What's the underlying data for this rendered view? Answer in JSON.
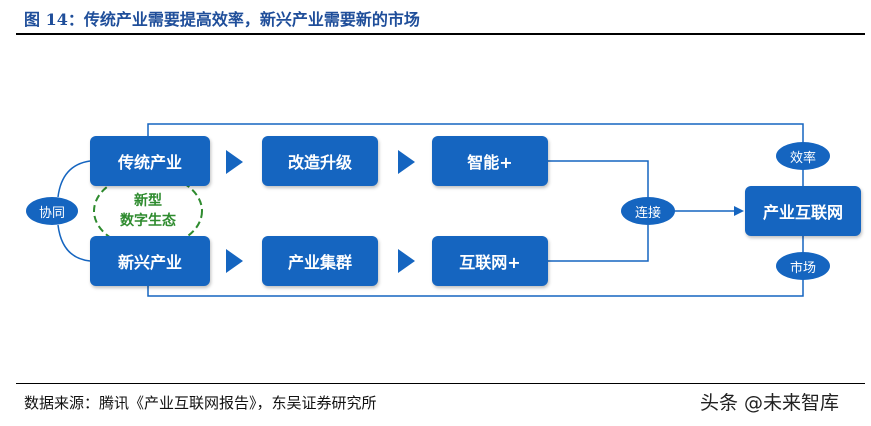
{
  "title": "图 14：传统产业需要提高效率，新兴产业需要新的市场",
  "source": "数据来源：腾讯《产业互联网报告》，东吴证券研究所",
  "watermark": "头条 @未来智库",
  "colors": {
    "box": "#1565c0",
    "line": "#1565c0",
    "eco": "#2e8b2e"
  },
  "nodes": {
    "traditional": "传统产业",
    "emerging": "新兴产业",
    "reform": "改造升级",
    "cluster": "产业集群",
    "smart": "智能+",
    "internet_plus": "互联网+",
    "industrial_internet": "产业互联网"
  },
  "pills": {
    "synergy": "协同",
    "connect": "连接",
    "efficiency": "效率",
    "market": "市场"
  },
  "ecosystem": {
    "line1": "新型",
    "line2": "数字生态"
  }
}
